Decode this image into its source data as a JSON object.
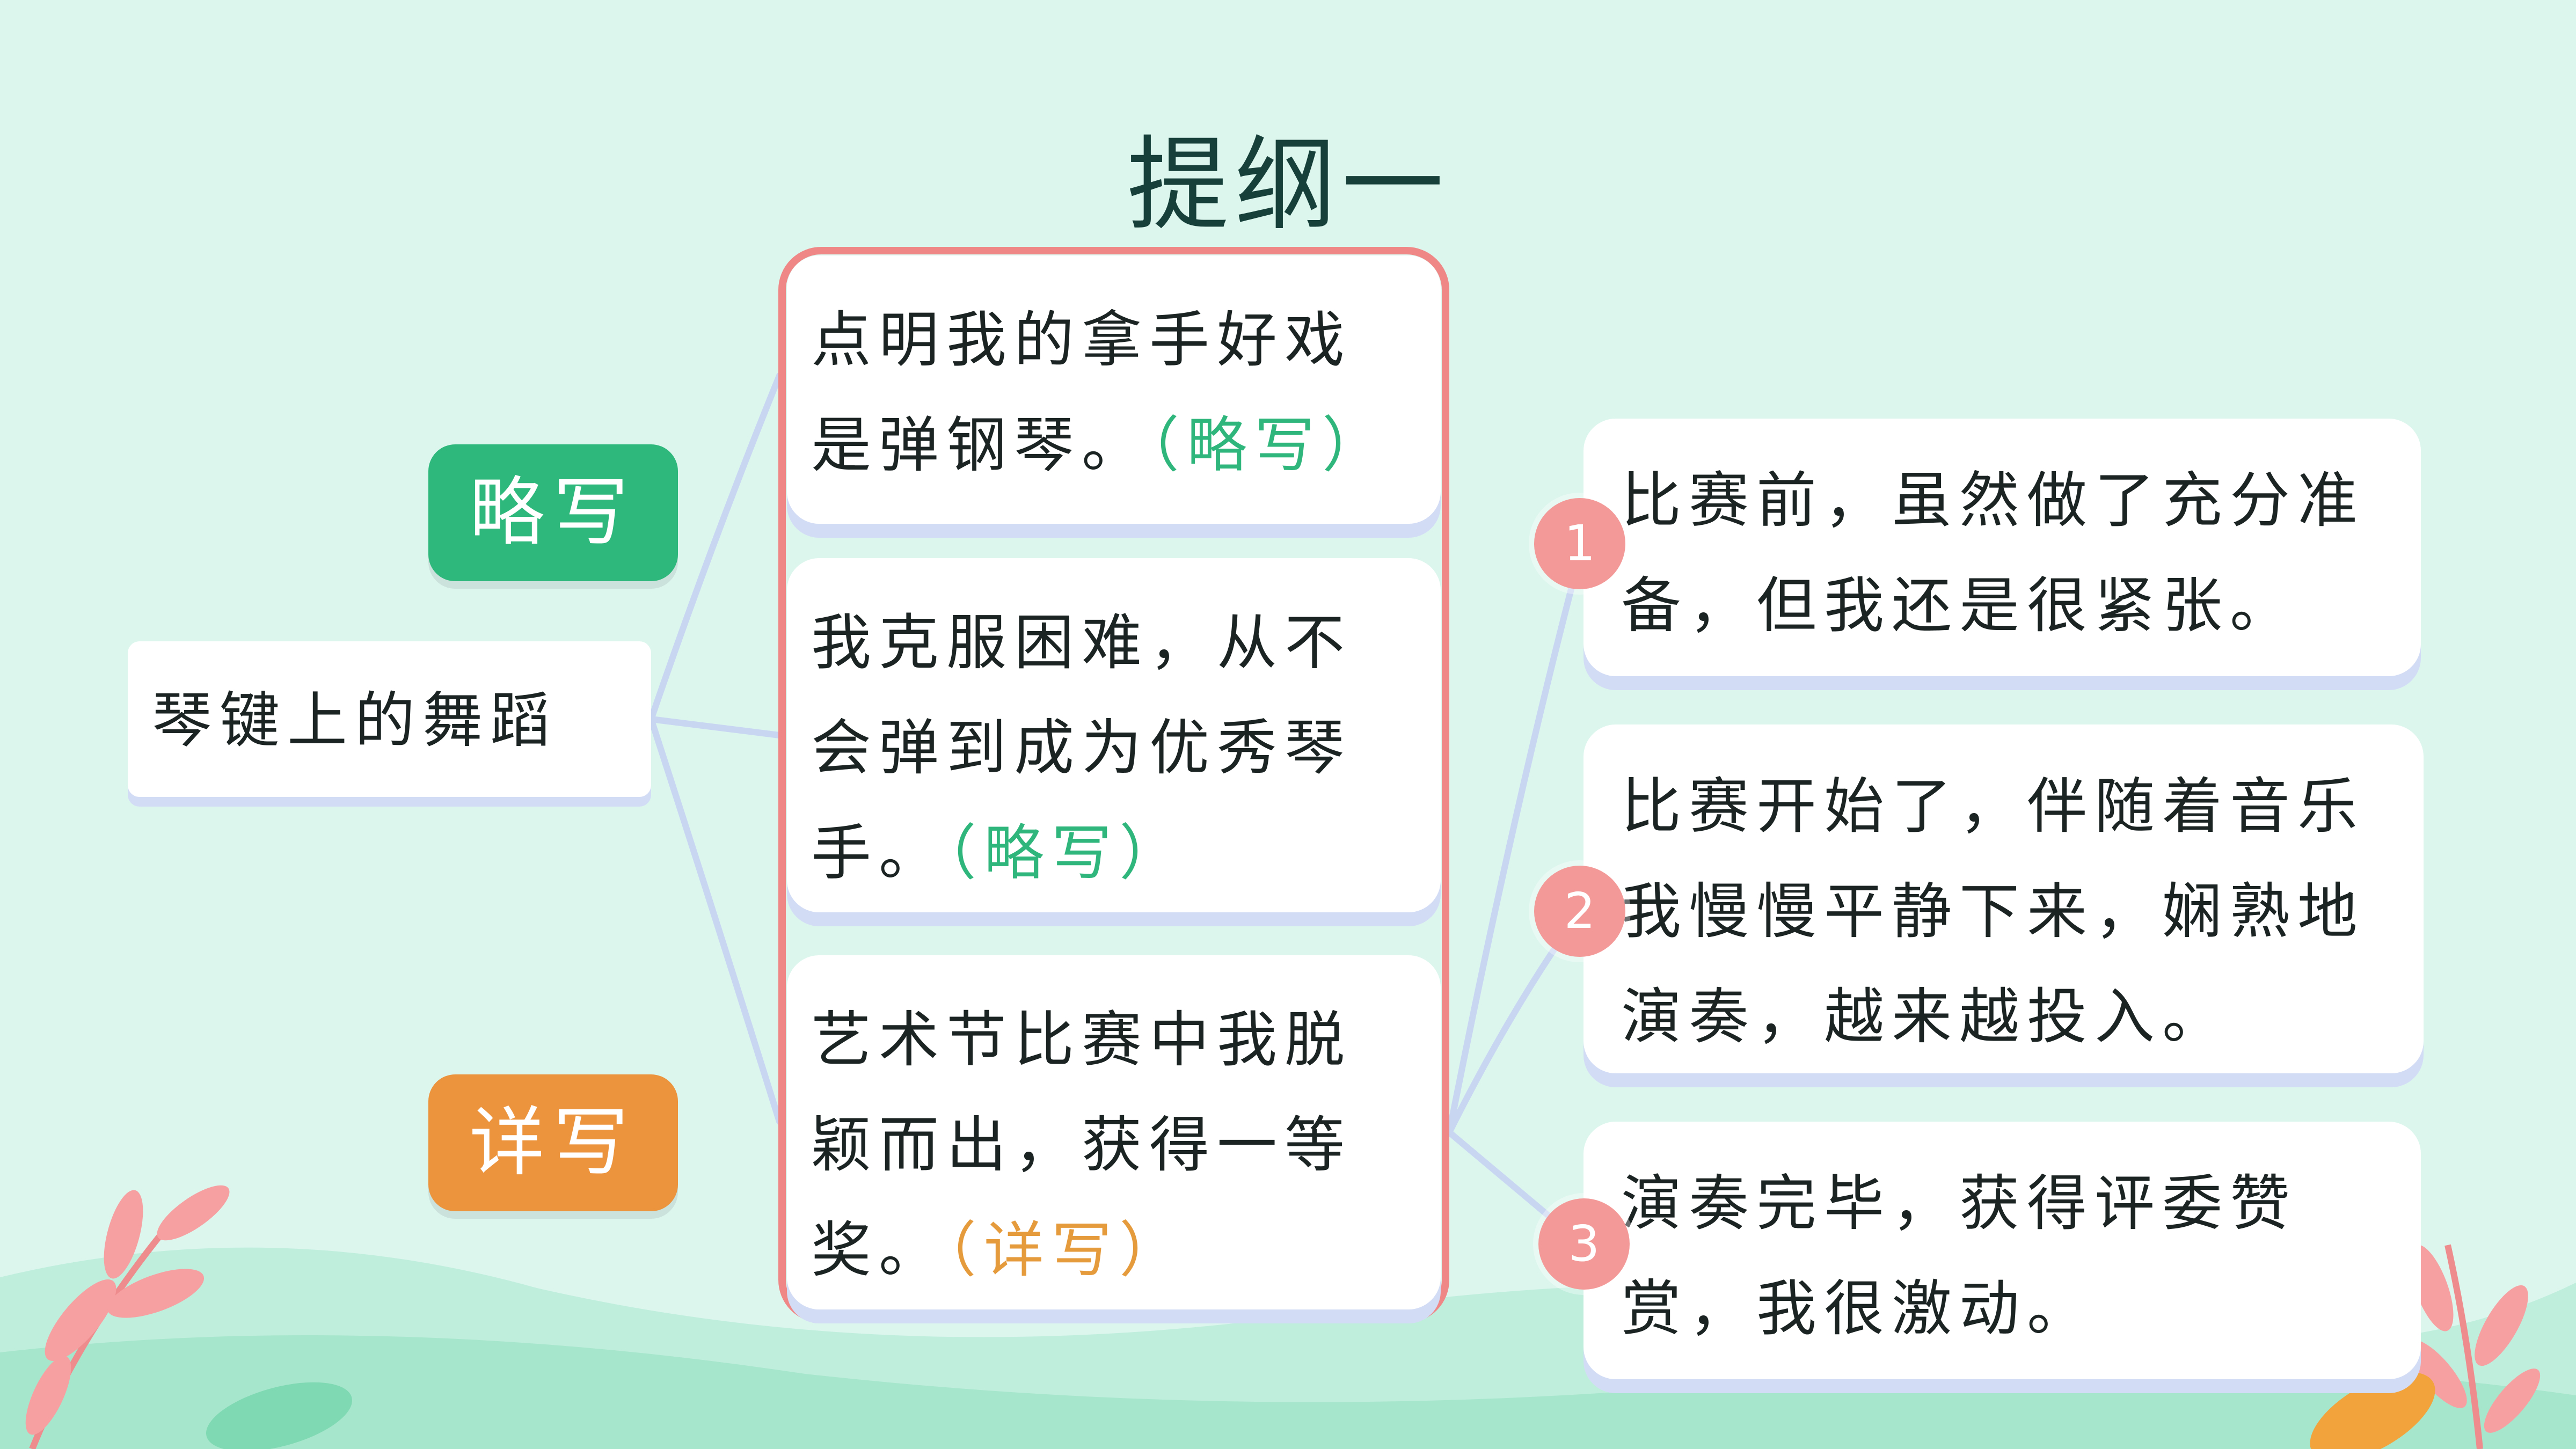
{
  "title": "提纲一",
  "root": {
    "label": "琴键上的舞蹈"
  },
  "badges": {
    "brief": "略写",
    "detailed": "详写"
  },
  "middle": [
    {
      "text": "点明我的拿手好戏是弹钢琴。",
      "tag": "（略写）",
      "tag_color": "#2fb67c"
    },
    {
      "text": "我克服困难，从不会弹到成为优秀琴手。",
      "tag": "（略写）",
      "tag_color": "#2fb67c"
    },
    {
      "text": "艺术节比赛中我脱颖而出，获得一等奖。",
      "tag": "（详写）",
      "tag_color": "#e59a3c"
    }
  ],
  "details": [
    {
      "num": "1",
      "text": "比赛前，虽然做了充分准备，但我还是很紧张。"
    },
    {
      "num": "2",
      "text": "比赛开始了，伴随着音乐我慢慢平静下来，娴熟地演奏，越来越投入。"
    },
    {
      "num": "3",
      "text": "演奏完毕，获得评委赞赏，我很激动。"
    }
  ],
  "colors": {
    "background": "#dcf6ee",
    "frame": "#ef8786",
    "brief": "#2eb87b",
    "detailed": "#ec933d",
    "number_circle": "#f39a98",
    "connector": "#c8d6f2"
  }
}
